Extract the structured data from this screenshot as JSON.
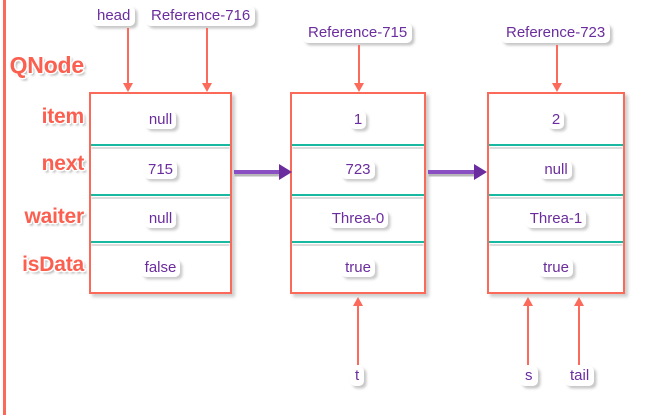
{
  "diagram": {
    "struct_name": "QNode",
    "field_labels": [
      "item",
      "next",
      "waiter",
      "isData"
    ],
    "top_pointers": [
      {
        "label": "head"
      },
      {
        "label": "Reference-716"
      },
      {
        "label": "Reference-715"
      },
      {
        "label": "Reference-723"
      }
    ],
    "bottom_pointers": [
      {
        "label": "t"
      },
      {
        "label": "s"
      },
      {
        "label": "tail"
      }
    ],
    "nodes": [
      {
        "id": "node-716",
        "item": "null",
        "next": "715",
        "waiter": "null",
        "isData": "false"
      },
      {
        "id": "node-715",
        "item": "1",
        "next": "723",
        "waiter": "Threa-0",
        "isData": "true"
      },
      {
        "id": "node-723",
        "item": "2",
        "next": "null",
        "waiter": "Threa-1",
        "isData": "true"
      }
    ],
    "colors": {
      "accent_red": "#fb6a58",
      "label_red": "#fb5f4f",
      "value_purple": "#6b2d9e",
      "divider_teal": "#18b9a0",
      "link_purple": "#8b4fc4",
      "background": "#ffffff"
    }
  }
}
